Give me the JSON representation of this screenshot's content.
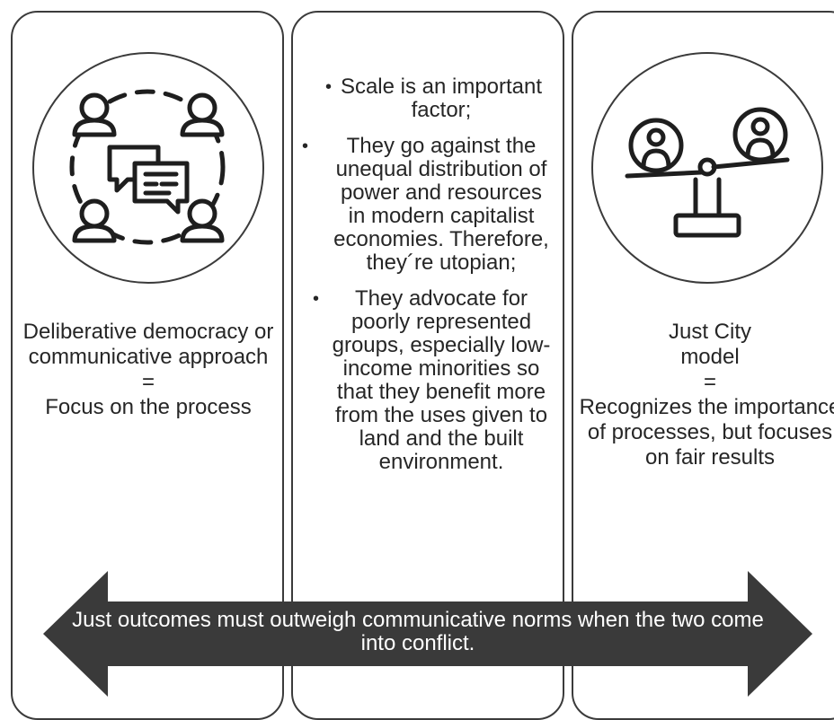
{
  "left": {
    "title": "Deliberative democracy or communicative approach",
    "equals": "=",
    "subtitle": "Focus on the process",
    "icon": "discussion-group-icon"
  },
  "middle": {
    "bullets": [
      "Scale is an important factor;",
      "They go against the unequal distribution of power and resources in modern capitalist economies. Therefore, they´re utopian;",
      "They advocate for poorly represented groups, especially low-income minorities so that they benefit more from the uses given to land and the built environment."
    ]
  },
  "right": {
    "title": "Just City model",
    "equals": "=",
    "subtitle": "Recognizes the importance of processes, but focuses on fair results",
    "icon": "balance-scale-people-icon"
  },
  "arrow": {
    "text": "Just outcomes must outweigh communicative norms when the two come into conflict."
  },
  "colors": {
    "border": "#3b3b3b",
    "arrow_fill": "#3a3a3a",
    "text": "#262626"
  }
}
